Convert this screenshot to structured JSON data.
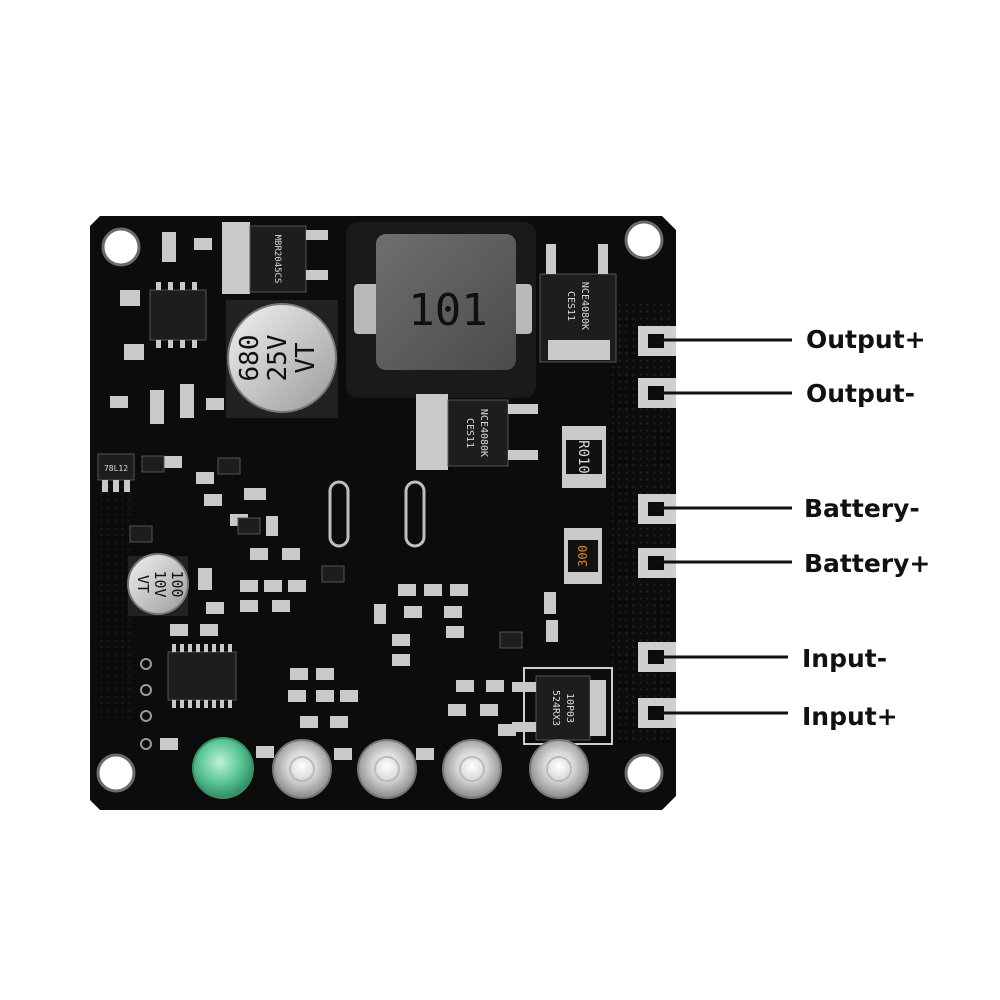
{
  "labels": {
    "output_plus": "Output+",
    "output_minus": "Output-",
    "battery_minus": "Battery-",
    "battery_plus": "Battery+",
    "input_minus": "Input-",
    "input_plus": "Input+"
  },
  "markings": {
    "inductor": "101",
    "cap_large_1": "680",
    "cap_large_2": "25V",
    "cap_large_3": "VT",
    "cap_small_1": "100",
    "cap_small_2": "10V",
    "cap_small_3": "VT",
    "resistor_1": "R010",
    "resistor_2": "300",
    "mosfet_1_line1": "NCE4080K",
    "mosfet_1_line2": "CES11",
    "mosfet_2_line1": "NCE4080K",
    "mosfet_2_line2": "CES11",
    "diode_chip": "MBR2045CS",
    "mosfet_3_line1": "10P03",
    "mosfet_3_line2": "524RX3",
    "regulator": "78L12"
  },
  "colors": {
    "board": "#0c0c0c",
    "pad": "#c9c9c9",
    "led_green": "#5ec99a",
    "label_text": "#111111"
  }
}
